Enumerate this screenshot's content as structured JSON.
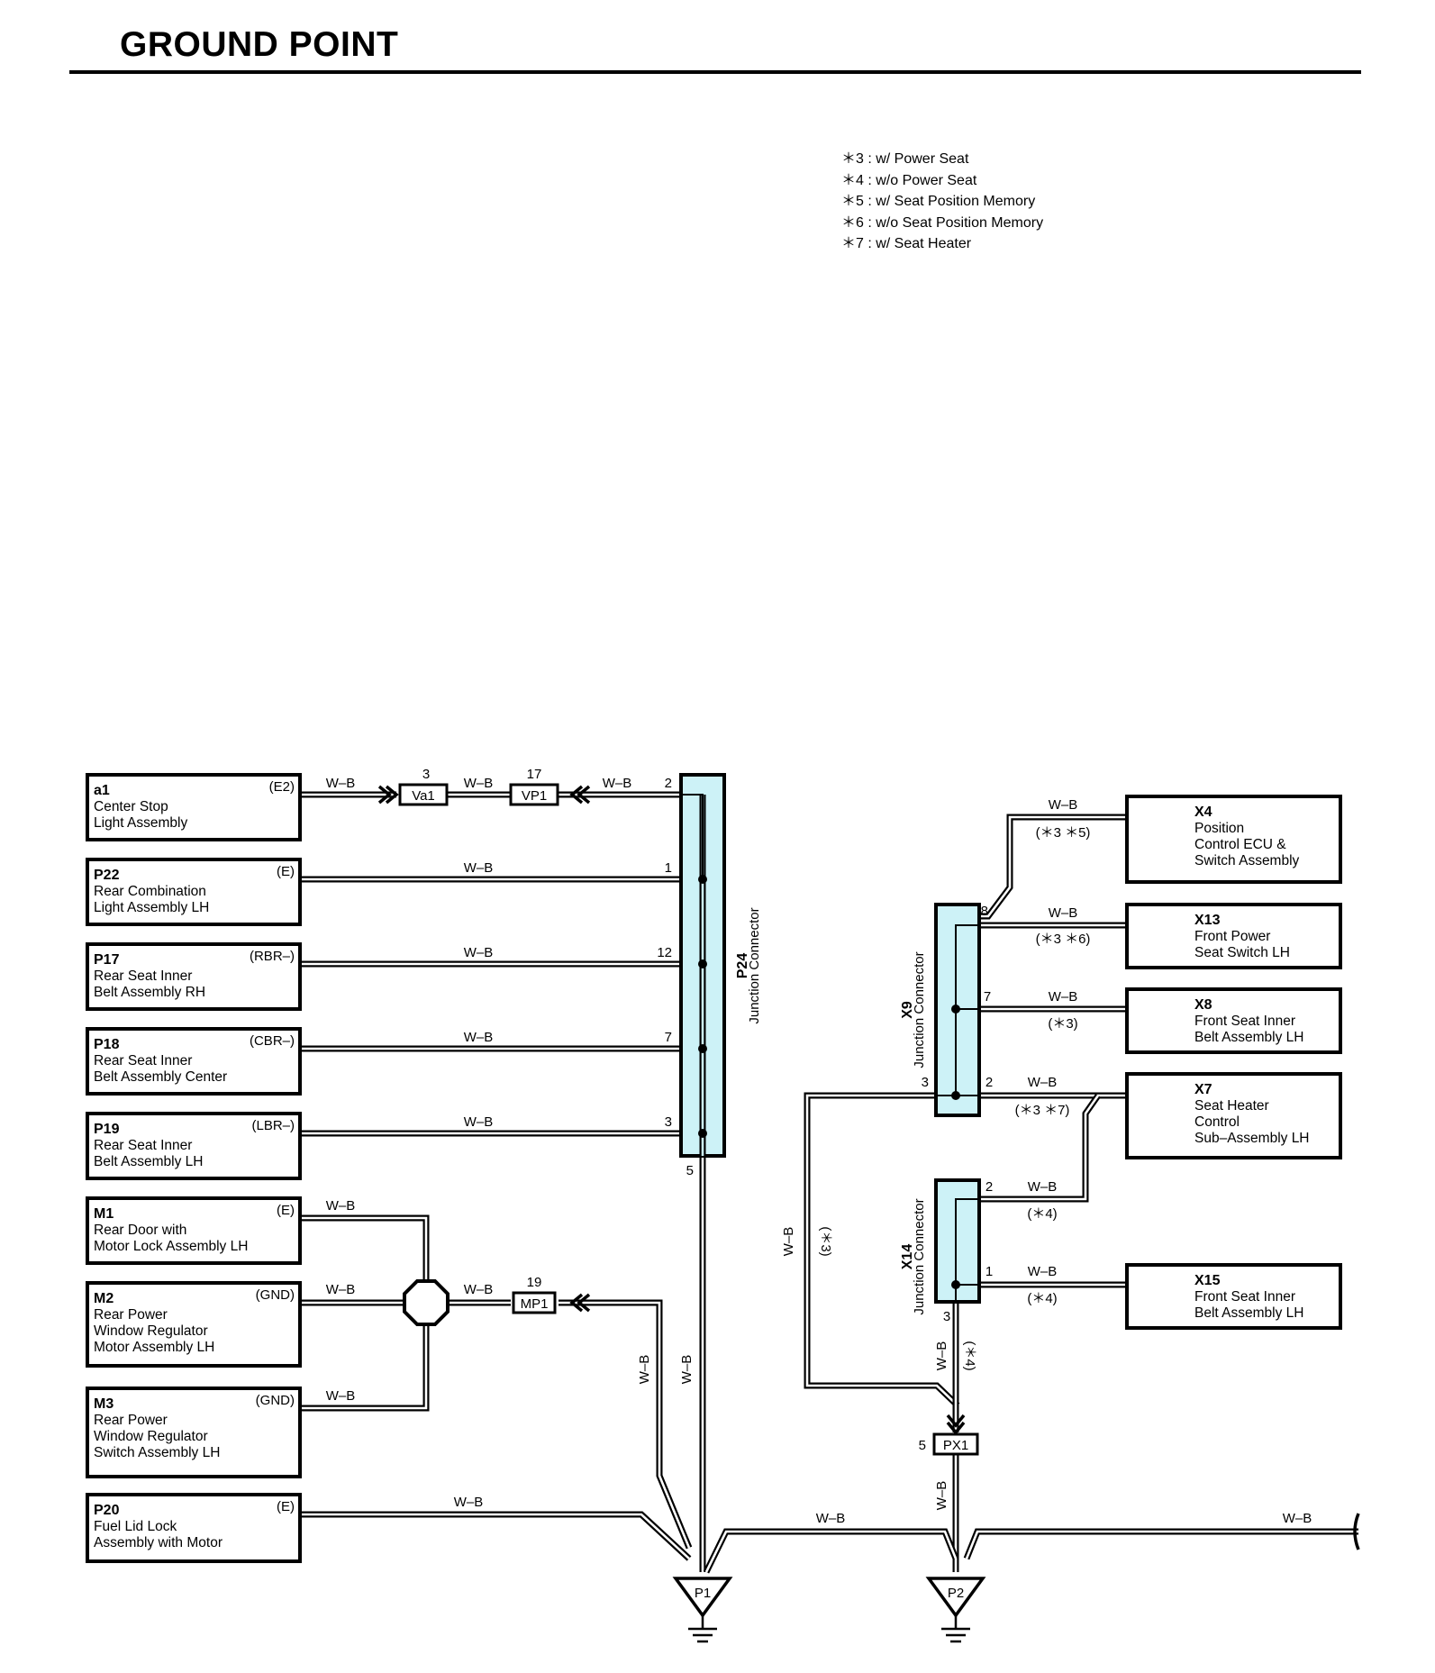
{
  "header": {
    "title": "GROUND POINT"
  },
  "legend": [
    "＊3 : w/ Power Seat",
    "＊4 : w/o Power Seat",
    "＊5 : w/ Seat Position Memory",
    "＊6 : w/o Seat Position Memory",
    "＊7 : w/ Seat Heater"
  ],
  "wire_color": "W–B",
  "colors": {
    "junction_fill": "#cdf2f7",
    "wire": "#000000",
    "background": "#ffffff"
  },
  "components_left": [
    {
      "code": "a1",
      "name": [
        "Center Stop",
        "Light Assembly"
      ],
      "terminal": "(E2)"
    },
    {
      "code": "P22",
      "name": [
        "Rear Combination",
        "Light Assembly LH"
      ],
      "terminal": "(E)"
    },
    {
      "code": "P17",
      "name": [
        "Rear Seat Inner",
        "Belt Assembly RH"
      ],
      "terminal": "(RBR–)"
    },
    {
      "code": "P18",
      "name": [
        "Rear Seat Inner",
        "Belt Assembly Center"
      ],
      "terminal": "(CBR–)"
    },
    {
      "code": "P19",
      "name": [
        "Rear Seat Inner",
        "Belt Assembly LH"
      ],
      "terminal": "(LBR–)"
    },
    {
      "code": "M1",
      "name": [
        "Rear Door with",
        "Motor Lock Assembly LH"
      ],
      "terminal": "(E)"
    },
    {
      "code": "M2",
      "name": [
        "Rear Power",
        "Window Regulator",
        "Motor Assembly LH"
      ],
      "terminal": "(GND)"
    },
    {
      "code": "M3",
      "name": [
        "Rear Power",
        "Window Regulator",
        "Switch Assembly LH"
      ],
      "terminal": "(GND)"
    },
    {
      "code": "P20",
      "name": [
        "Fuel Lid Lock",
        "Assembly with Motor"
      ],
      "terminal": "(E)"
    }
  ],
  "components_right": [
    {
      "code": "X4",
      "name": [
        "Position",
        "Control ECU &",
        "Switch Assembly"
      ],
      "note": "(＊3 ＊5)",
      "pin": "8"
    },
    {
      "code": "X13",
      "name": [
        "Front Power",
        "Seat Switch LH"
      ],
      "note": "(＊3 ＊6)",
      "pin": ""
    },
    {
      "code": "X8",
      "name": [
        "Front Seat Inner",
        "Belt Assembly LH"
      ],
      "note": "(＊3)",
      "pin": "7"
    },
    {
      "code": "X7",
      "name": [
        "Seat Heater",
        "Control",
        "Sub–Assembly LH"
      ],
      "note": "(＊3 ＊7)",
      "pin": "2"
    },
    {
      "code": "X15",
      "name": [
        "Front Seat Inner",
        "Belt Assembly LH"
      ],
      "note": "(＊4)",
      "pin": "1"
    }
  ],
  "junctions": [
    {
      "code": "P24",
      "name": "Junction Connector",
      "pins": [
        "2",
        "1",
        "12",
        "7",
        "3",
        "5"
      ]
    },
    {
      "code": "X9",
      "name": "Junction Connector",
      "pins": [
        "8",
        "7",
        "3",
        "2"
      ]
    },
    {
      "code": "X14",
      "name": "Junction Connector",
      "pins": [
        "2",
        "1",
        "3"
      ]
    }
  ],
  "connectors": [
    {
      "code": "Va1",
      "pin": "3"
    },
    {
      "code": "VP1",
      "pin": "17"
    },
    {
      "code": "MP1",
      "pin": "19"
    },
    {
      "code": "PX1",
      "pin": "5"
    }
  ],
  "extra_notes": {
    "x9_to_px1": "(＊3)",
    "x14_to_px1": "(＊4)",
    "x14_bottom_note": "(＊4)"
  },
  "grounds": [
    "P1",
    "P2"
  ]
}
